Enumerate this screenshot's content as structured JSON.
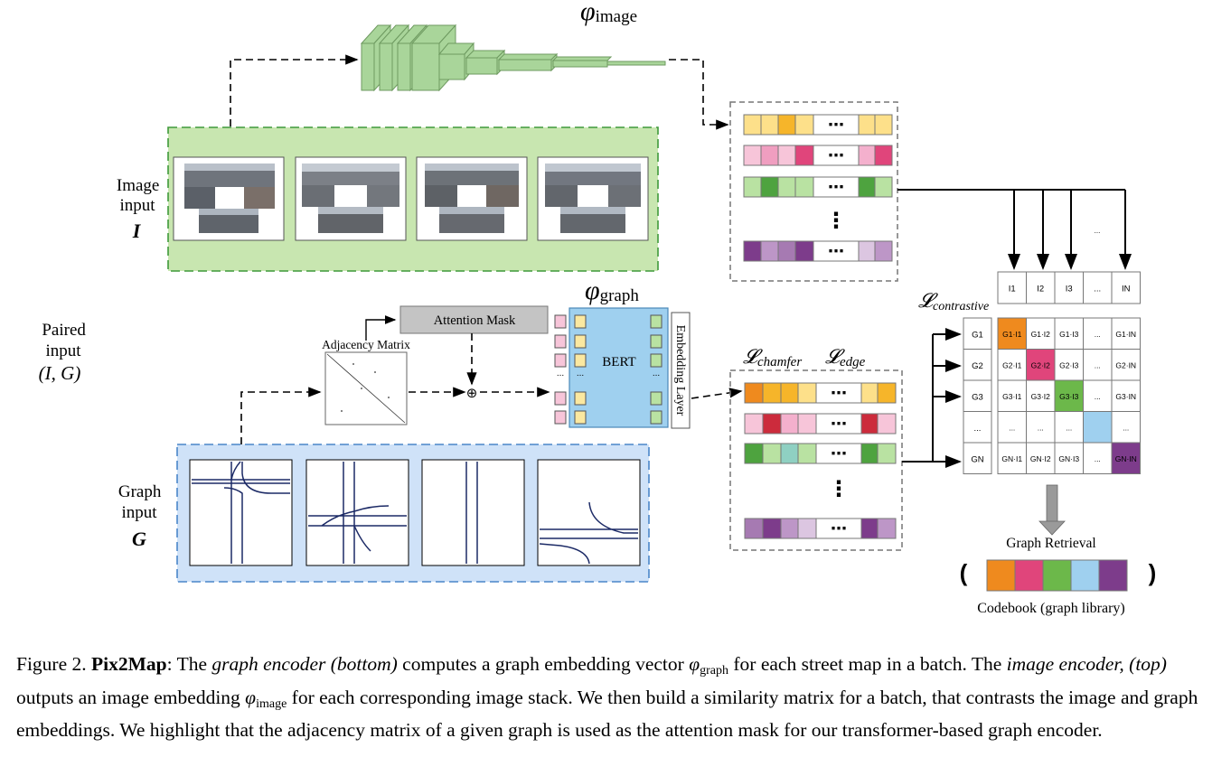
{
  "labels": {
    "phi_image_sym": "φ",
    "phi_image_sub": "image",
    "phi_graph_sym": "φ",
    "phi_graph_sub": "graph",
    "image_input_line1": "Image",
    "image_input_line2": "input",
    "image_input_var": "I",
    "graph_input_line1": "Graph",
    "graph_input_line2": "input",
    "graph_input_var": "G",
    "paired_line1": "Paired",
    "paired_line2": "input",
    "paired_line3": "(I, G)",
    "attention_mask": "Attention Mask",
    "adjacency_matrix": "Adjacency Matrix",
    "bert": "BERT",
    "embedding_layer": "Embedding Layer",
    "l_chamfer": "𝓛chamfer",
    "l_edge": "𝓛edge",
    "l_contrastive": "𝓛contrastive",
    "graph_retrieval": "Graph Retrieval",
    "codebook": "Codebook (graph library)",
    "ellipsis_h": "⋯",
    "ellipsis_v": "⋮",
    "small_dots": "...",
    "oplus": "⊕"
  },
  "matrix": {
    "col_headers": [
      "I1",
      "I2",
      "I3",
      "...",
      "IN"
    ],
    "row_headers": [
      "G1",
      "G2",
      "G3",
      "...",
      "GN"
    ],
    "cells": [
      [
        "G1·I1",
        "G1·I2",
        "G1·I3",
        "...",
        "G1·IN"
      ],
      [
        "G2·I1",
        "G2·I2",
        "G2·I3",
        "...",
        "G2·IN"
      ],
      [
        "G3·I1",
        "G3·I2",
        "G3·I3",
        "...",
        "G3·IN"
      ],
      [
        "...",
        "...",
        "...",
        "",
        "..."
      ],
      [
        "GN·I1",
        "GN·I2",
        "GN·I3",
        "...",
        "GN·IN"
      ]
    ],
    "diag_colors": [
      "#ef8a1e",
      "#e0457b",
      "#6cb84a",
      "#9fd0ef",
      "#7d3c8b"
    ]
  },
  "codebook_colors": [
    "#ef8a1e",
    "#e0457b",
    "#6cb84a",
    "#9fd0ef",
    "#7d3c8b"
  ],
  "caption": {
    "fig": "Figure 2.",
    "name": "Pix2Map",
    "t1": ": The ",
    "i1": "graph encoder (bottom)",
    "t2": " computes a graph embedding vector ",
    "t3": " for each street map in a batch. The ",
    "i2": "image encoder, (top)",
    "t4": " outputs an image embedding ",
    "t5": " for each corresponding image stack. We then build a similarity matrix for a batch, that contrasts the image and graph embeddings. We highlight that the adjacency matrix of a given graph is used as the attention mask for our transformer-based graph encoder."
  }
}
